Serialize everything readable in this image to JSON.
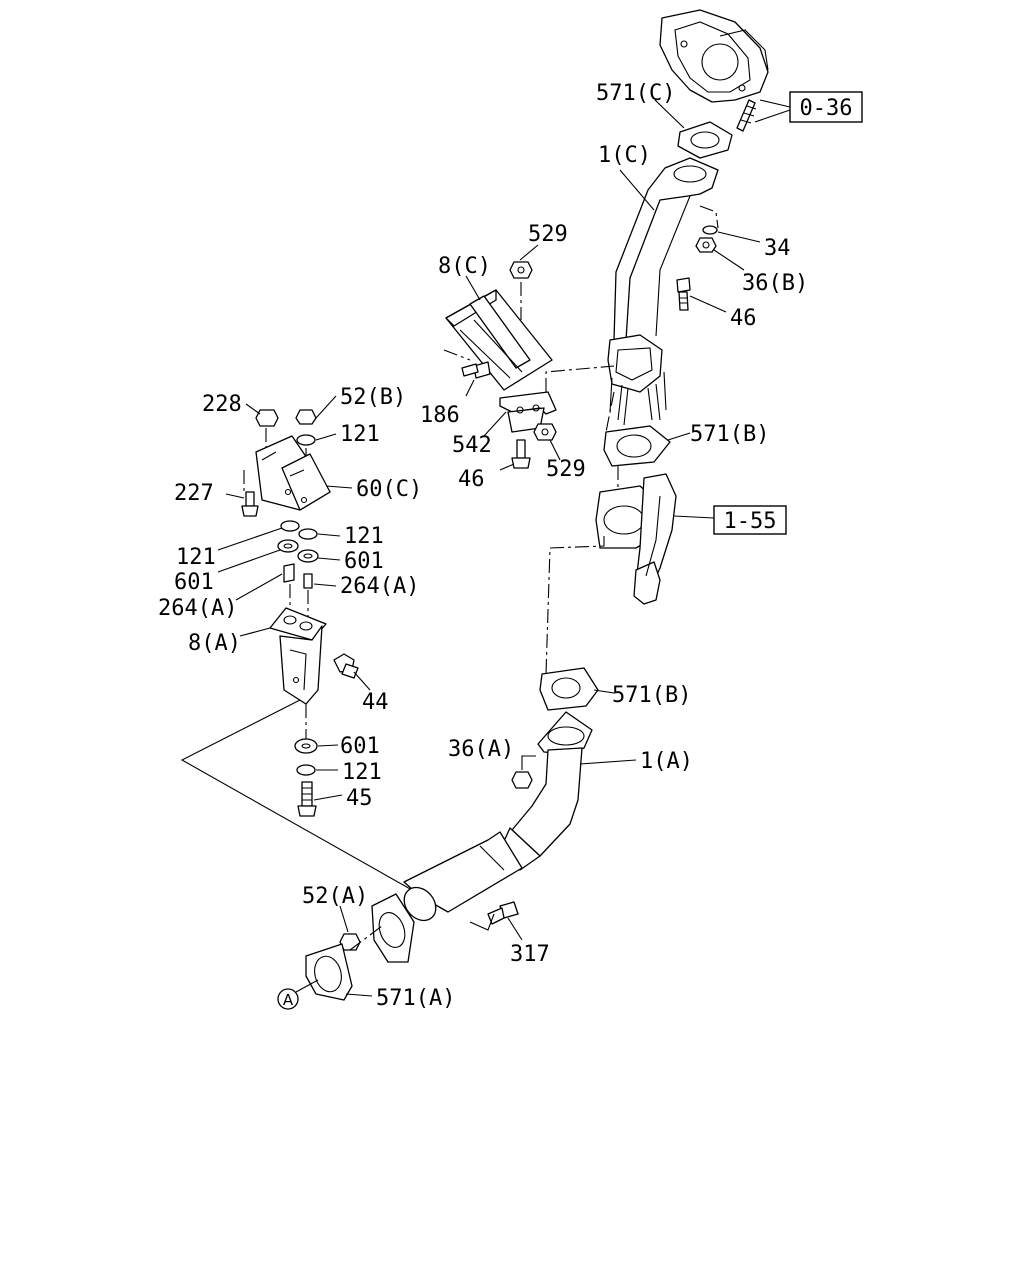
{
  "callouts": {
    "c571C": "571(C)",
    "c1C": "1(C)",
    "c34": "34",
    "c36B": "36(B)",
    "c46top": "46",
    "c529top": "529",
    "c8C": "8(C)",
    "c186": "186",
    "c542": "542",
    "c529bot": "529",
    "c46bot": "46",
    "c571Bup": "571(B)",
    "c52B": "52(B)",
    "c228": "228",
    "c121a": "121",
    "c227": "227",
    "c60C": "60(C)",
    "c121b": "121",
    "c121c": "121",
    "c601a": "601",
    "c601b": "601",
    "c264Aa": "264(A)",
    "c264Ab": "264(A)",
    "c8A": "8(A)",
    "c44": "44",
    "c571Blow": "571(B)",
    "c36A": "36(A)",
    "c1A": "1(A)",
    "c601c": "601",
    "c121d": "121",
    "c45": "45",
    "c52A": "52(A)",
    "c317": "317",
    "c571A": "571(A)",
    "markerA": "A"
  },
  "references": {
    "ref036": "0-36",
    "ref155": "1-55"
  }
}
